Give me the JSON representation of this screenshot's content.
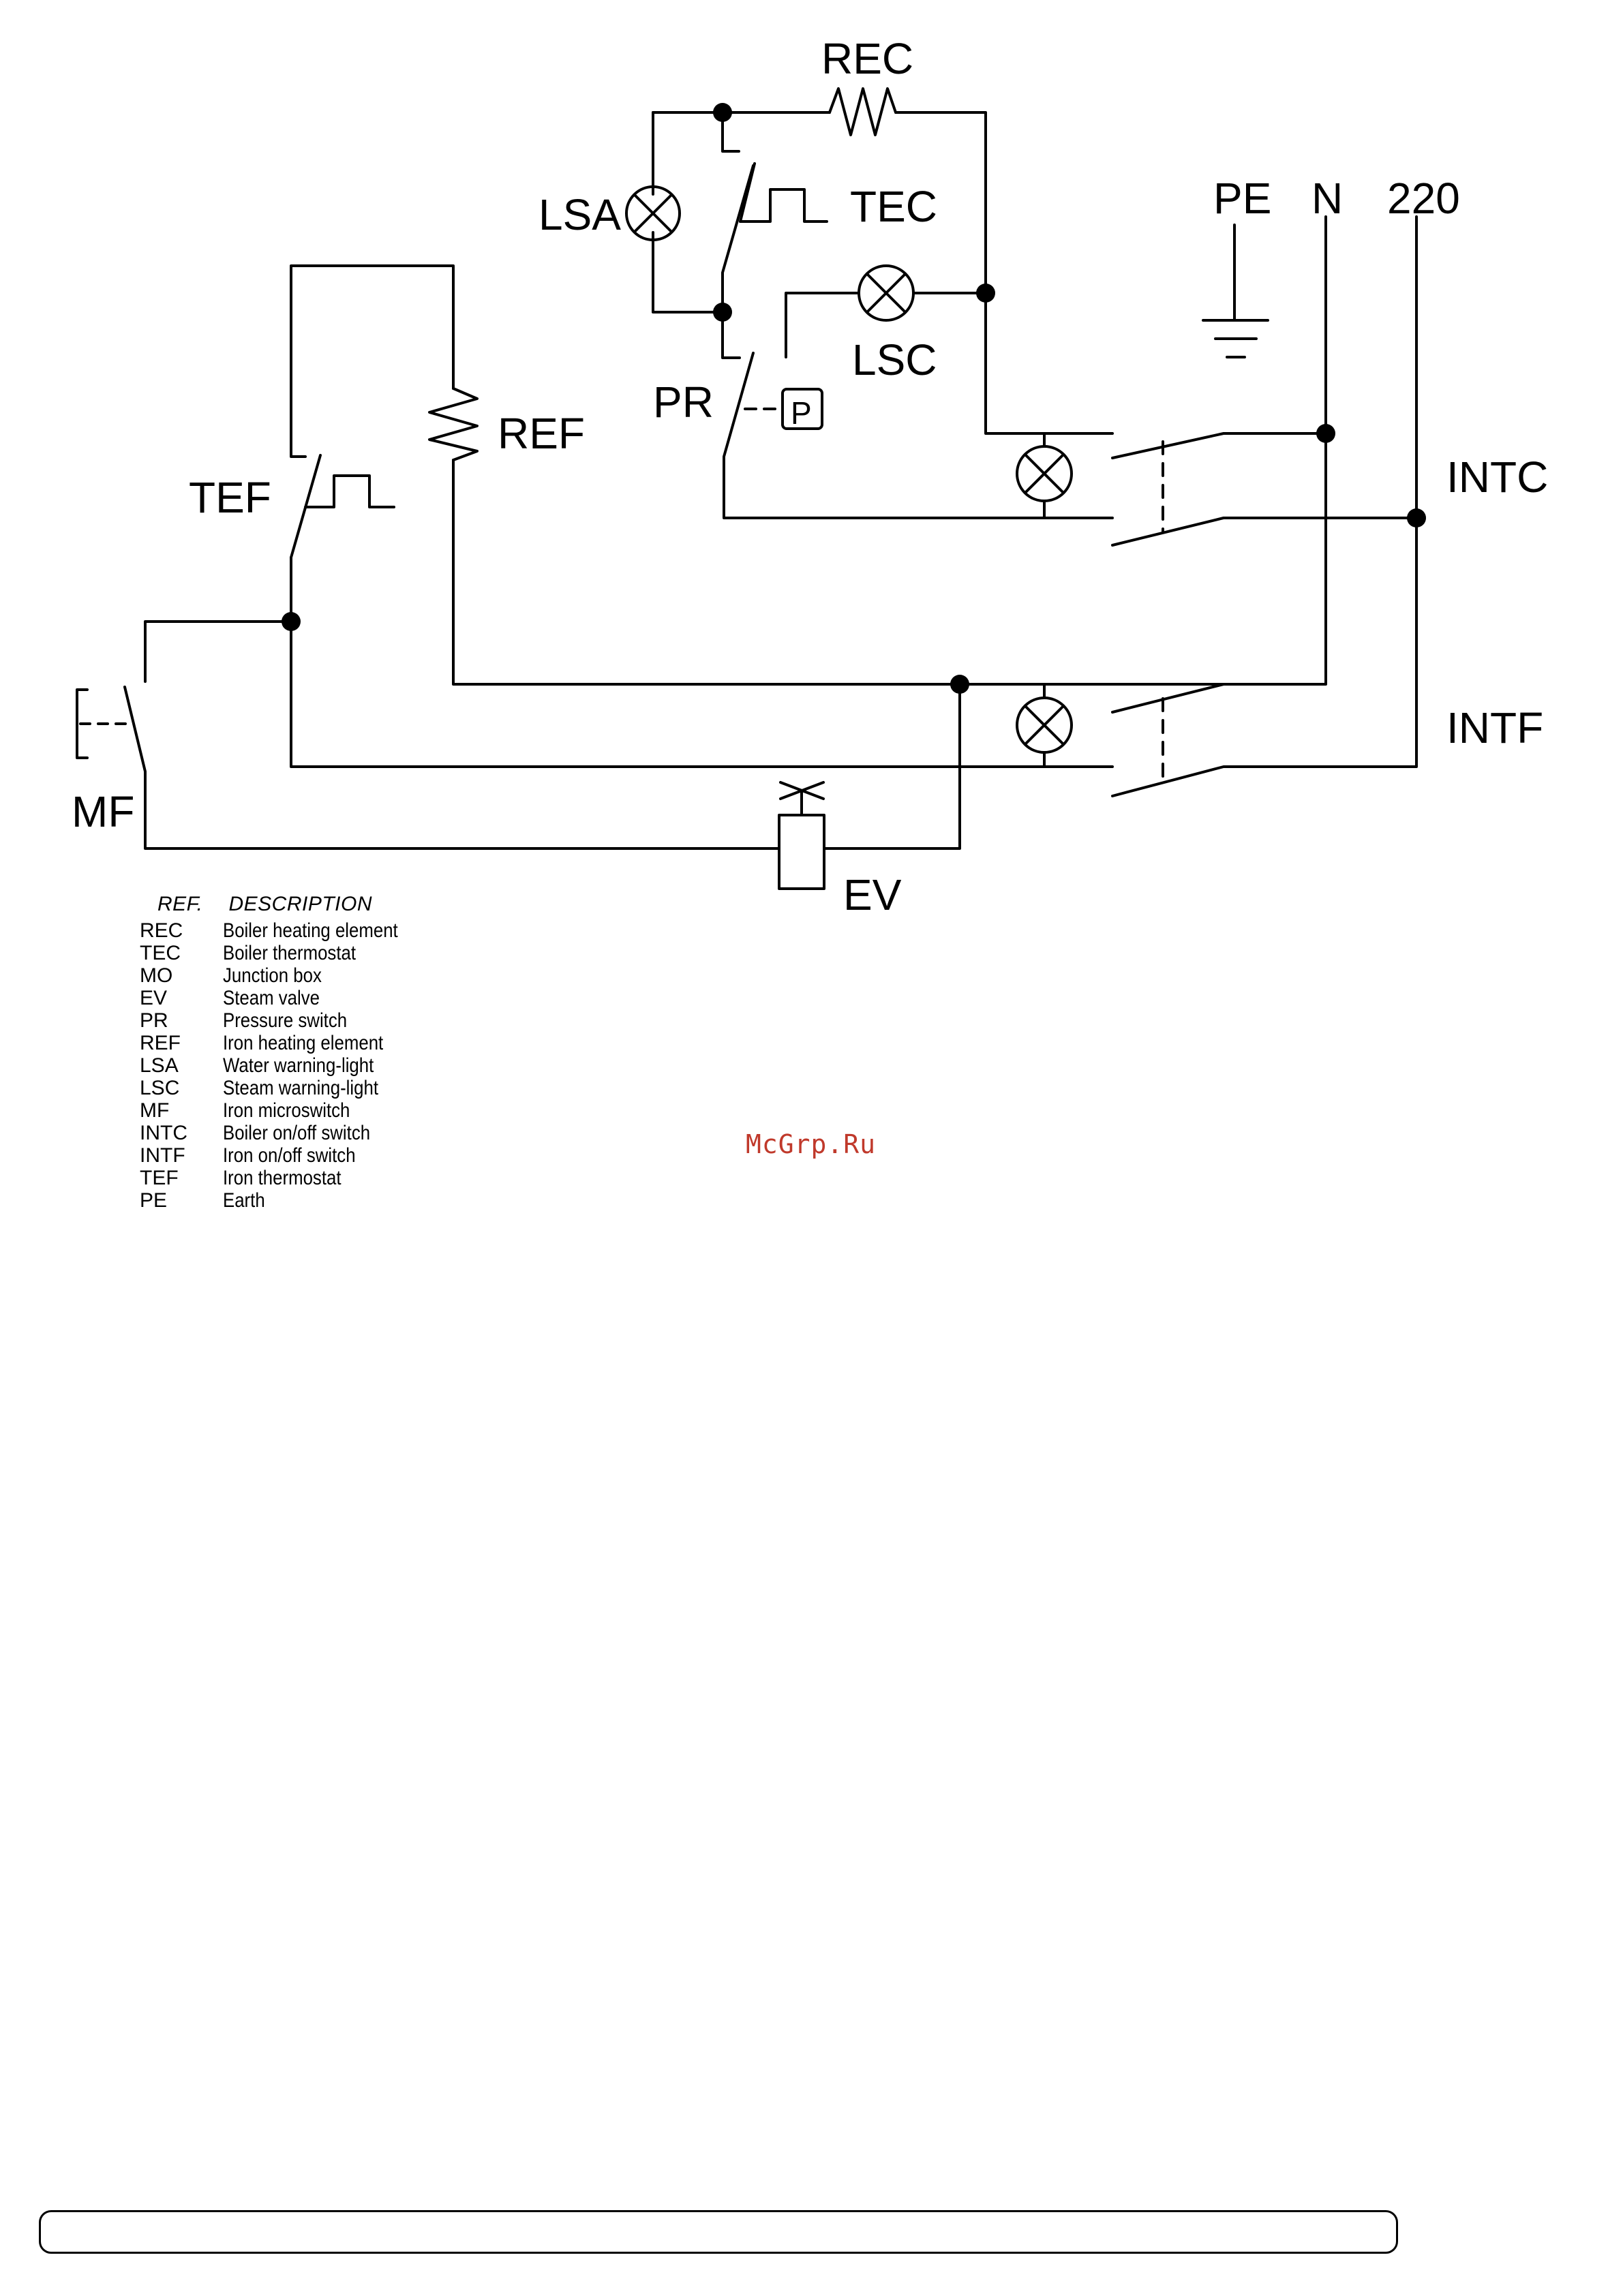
{
  "diagram": {
    "labels": {
      "rec": "REC",
      "tec": "TEC",
      "lsa": "LSA",
      "lsc": "LSC",
      "pr": "PR",
      "p_box": "P",
      "ref": "REF",
      "tef": "TEF",
      "mf": "MF",
      "ev": "EV",
      "pe": "PE",
      "n": "N",
      "v220": "220",
      "intc": "INTC",
      "intf": "INTF"
    }
  },
  "legend": {
    "header_ref": "REF.",
    "header_desc": "DESCRIPTION",
    "rows": [
      {
        "ref": "REC",
        "desc": "Boiler heating element"
      },
      {
        "ref": "TEC",
        "desc": "Boiler thermostat"
      },
      {
        "ref": "MO",
        "desc": "Junction box"
      },
      {
        "ref": "EV",
        "desc": "Steam valve"
      },
      {
        "ref": "PR",
        "desc": "Pressure switch"
      },
      {
        "ref": "REF",
        "desc": "Iron heating element"
      },
      {
        "ref": "LSA",
        "desc": "Water warning-light"
      },
      {
        "ref": "LSC",
        "desc": "Steam warning-light"
      },
      {
        "ref": "MF",
        "desc": "Iron microswitch"
      },
      {
        "ref": "INTC",
        "desc": "Boiler on/off switch"
      },
      {
        "ref": "INTF",
        "desc": "Iron on/off switch"
      },
      {
        "ref": "TEF",
        "desc": "Iron thermostat"
      },
      {
        "ref": "PE",
        "desc": "Earth"
      }
    ]
  },
  "watermark": "McGrp.Ru"
}
